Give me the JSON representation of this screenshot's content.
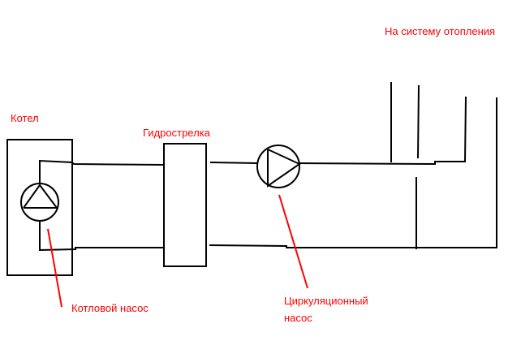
{
  "labels": {
    "boiler": "Котел",
    "hydro_separator": "Гидрострелка",
    "heating_system": "На систему отопления",
    "boiler_pump": "Котловой насос",
    "circulation_pump_line1": "Циркуляционный",
    "circulation_pump_line2": "насос"
  },
  "colors": {
    "pipe": "#000000",
    "annotation": "#ff0000"
  }
}
